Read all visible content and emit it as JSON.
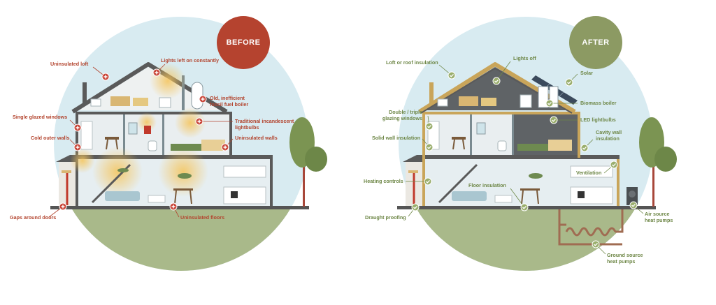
{
  "colors": {
    "before": "#b5432f",
    "after": "#8c9a63",
    "warning_label": "#b3452f",
    "fix_label": "#6e8747"
  },
  "before": {
    "badge": "BEFORE",
    "labels": {
      "uninsulated_loft": "Uninsulated loft",
      "lights_left_on": "Lights left on constantly",
      "old_boiler_1": "Old, inefficient",
      "old_boiler_2": "fossil fuel boiler",
      "single_glazed": "Single glazed windows",
      "traditional_bulbs_1": "Traditional incandescent",
      "traditional_bulbs_2": "lightbulbs",
      "cold_outer_walls": "Cold outer walls",
      "uninsulated_walls": "Uninsulated walls",
      "gaps_around_doors": "Gaps around doors",
      "uninsulated_floors": "Uninsulated floors"
    }
  },
  "after": {
    "badge": "AFTER",
    "labels": {
      "loft_insulation": "Loft or roof insulation",
      "lights_off": "Lights off",
      "solar": "Solar",
      "biomass_boiler": "Biomass boiler",
      "double_glazing_1": "Double / triple",
      "double_glazing_2": "glazing windows",
      "led_bulbs": "LED lightbulbs",
      "solid_wall": "Solid wall insulation",
      "cavity_wall_1": "Cavity wall",
      "cavity_wall_2": "insulation",
      "ventilation": "Ventilation",
      "heating_controls": "Heating controls",
      "floor_insulation": "Floor insulation",
      "draught_proofing": "Draught proofing",
      "air_source_1": "Air source",
      "air_source_2": "heat pumps",
      "ground_source_1": "Ground source",
      "ground_source_2": "heat pumps"
    }
  }
}
